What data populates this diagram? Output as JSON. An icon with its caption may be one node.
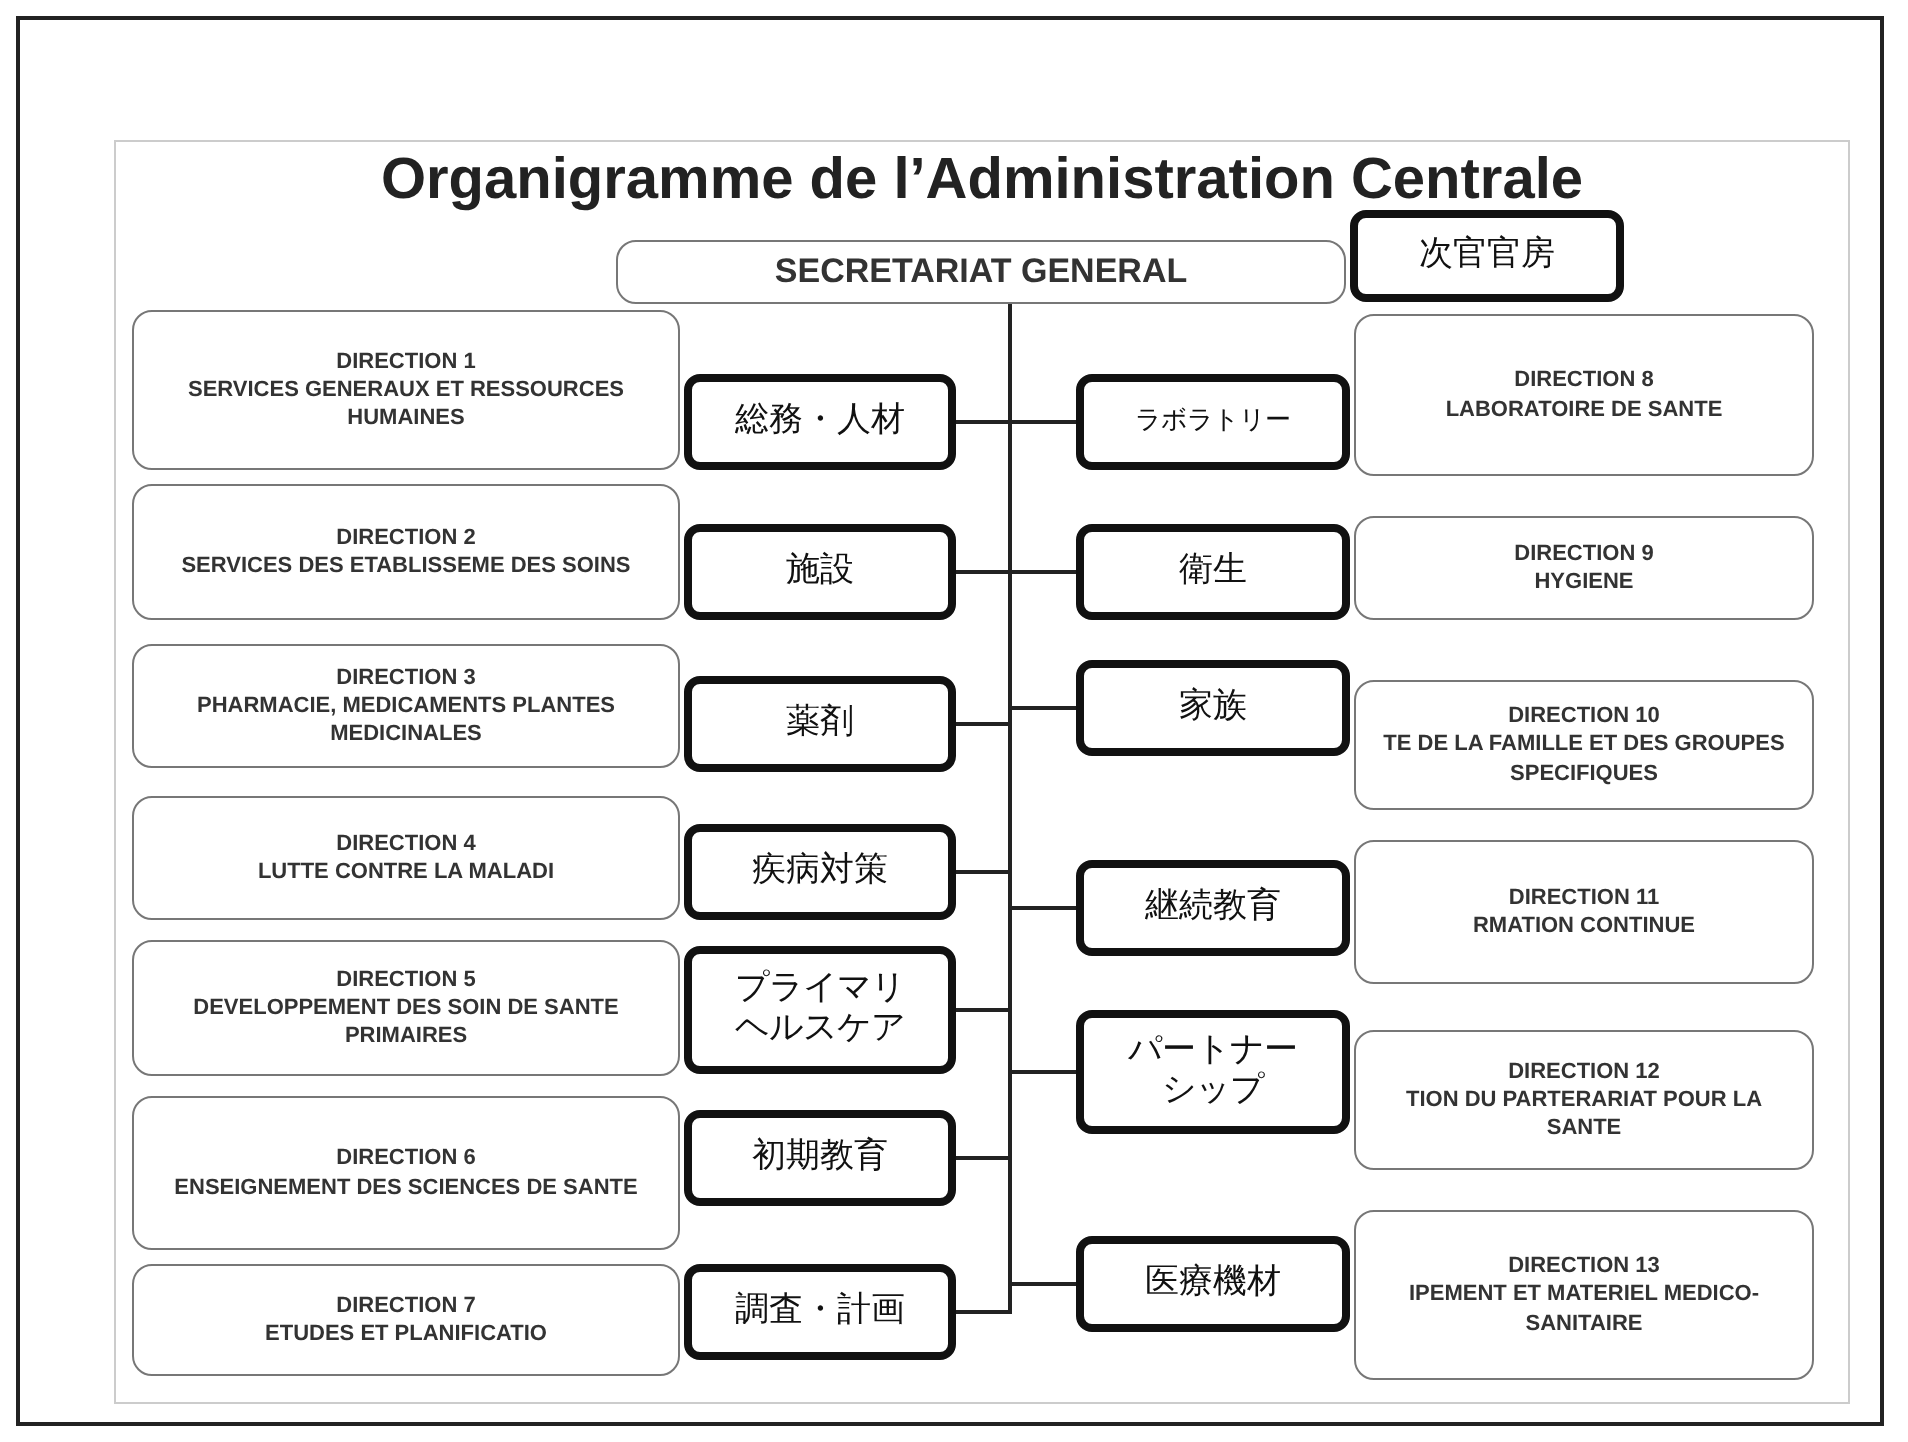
{
  "diagram": {
    "title": "Organigramme de l’Administration Centrale",
    "nodes": [
      {
        "text": [
          "SECRETARIAT GENERAL"
        ]
      },
      {
        "text": [
          "次官官房"
        ]
      },
      {
        "text": [
          "DIRECTION 1",
          "SERVICES GENERAUX ET RESSOURCES HUMAINES"
        ]
      },
      {
        "text": [
          "総務・人材"
        ]
      },
      {
        "text": [
          "ラボラトリー"
        ]
      },
      {
        "text": [
          "DIRECTION 8",
          "LABORATOIRE DE SANTE"
        ]
      },
      {
        "text": [
          "DIRECTION 2",
          "SERVICES DES ETABLISSEME DES SOINS"
        ]
      },
      {
        "text": [
          "施設"
        ]
      },
      {
        "text": [
          "衛生"
        ]
      },
      {
        "text": [
          "DIRECTION 9",
          "HYGIENE"
        ]
      },
      {
        "text": [
          "DIRECTION 3",
          "PHARMACIE, MEDICAMENTS PLANTES MEDICINALES"
        ]
      },
      {
        "text": [
          "薬剤"
        ]
      },
      {
        "text": [
          "家族"
        ]
      },
      {
        "text": [
          "DIRECTION 10",
          "TE DE LA FAMILLE ET DES GROUPES SPECIFIQUES"
        ]
      },
      {
        "text": [
          "DIRECTION 4",
          "LUTTE CONTRE LA MALADI"
        ]
      },
      {
        "text": [
          "疾病対策"
        ]
      },
      {
        "text": [
          "継続教育"
        ]
      },
      {
        "text": [
          "DIRECTION 11",
          "RMATION CONTINUE"
        ]
      },
      {
        "text": [
          "DIRECTION 5",
          "DEVELOPPEMENT DES SOIN DE SANTE PRIMAIRES"
        ]
      },
      {
        "text": [
          "プライマリヘルスケア"
        ]
      },
      {
        "text": [
          "パートナーシップ"
        ]
      },
      {
        "text": [
          "DIRECTION 12",
          "TION DU PARTERARIAT POUR LA SANTE"
        ]
      },
      {
        "text": [
          "DIRECTION 6",
          "ENSEIGNEMENT DES SCIENCES DE SANTE"
        ]
      },
      {
        "text": [
          "初期教育"
        ]
      },
      {
        "text": [
          "医療機材"
        ]
      },
      {
        "text": [
          "DIRECTION 13",
          "IPEMENT ET MATERIEL MEDICO-SANITAIRE"
        ]
      },
      {
        "text": [
          "DIRECTION 7",
          "ETUDES ET PLANIFICATIO"
        ]
      },
      {
        "text": [
          "調査・計画"
        ]
      }
    ],
    "edges": [
      {
        "from": 0,
        "to": 3,
        "arrow": "none"
      },
      {
        "from": 0,
        "to": 4,
        "arrow": "none"
      },
      {
        "from": 0,
        "to": 7,
        "arrow": "none"
      },
      {
        "from": 0,
        "to": 8,
        "arrow": "none"
      },
      {
        "from": 0,
        "to": 11,
        "arrow": "none"
      },
      {
        "from": 0,
        "to": 12,
        "arrow": "none"
      },
      {
        "from": 0,
        "to": 15,
        "arrow": "none"
      },
      {
        "from": 0,
        "to": 16,
        "arrow": "none"
      },
      {
        "from": 0,
        "to": 19,
        "arrow": "none"
      },
      {
        "from": 0,
        "to": 20,
        "arrow": "none"
      },
      {
        "from": 0,
        "to": 23,
        "arrow": "none"
      },
      {
        "from": 0,
        "to": 24,
        "arrow": "none"
      },
      {
        "from": 0,
        "to": 27,
        "arrow": "none"
      }
    ]
  }
}
